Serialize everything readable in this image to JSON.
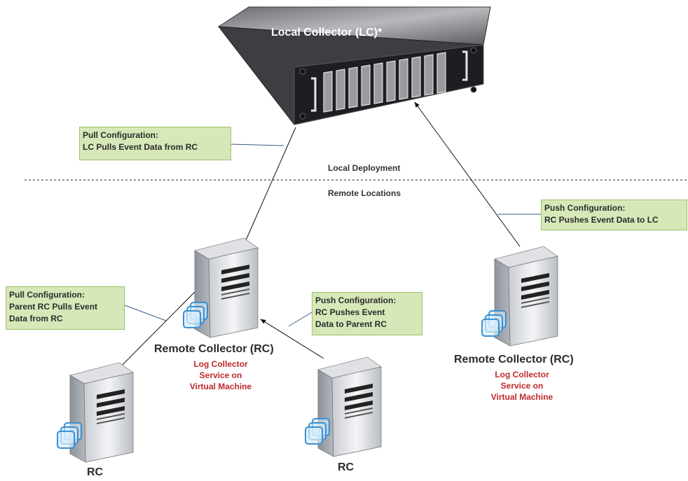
{
  "local_collector": {
    "title": "Local Collector (LC)*"
  },
  "zones": {
    "local": "Local Deployment",
    "remote": "Remote Locations"
  },
  "callouts": {
    "lc_pull": [
      "Pull Configuration:",
      "LC Pulls Event Data from RC"
    ],
    "rc_push_lc": [
      "Push Configuration:",
      "RC Pushes Event Data to LC"
    ],
    "parent_pull": [
      "Pull Configuration:",
      "Parent RC Pulls Event",
      "Data from RC"
    ],
    "parent_push": [
      "Push Configuration:",
      "RC Pushes Event",
      "Data to Parent RC"
    ]
  },
  "collectors": {
    "center": {
      "title": "Remote Collector (RC)",
      "sub": [
        "Log Collector",
        "Service on",
        "Virtual Machine"
      ]
    },
    "right": {
      "title": "Remote Collector (RC)",
      "sub": [
        "Log Collector",
        "Service on",
        "Virtual Machine"
      ]
    },
    "child_left": {
      "title": "RC"
    },
    "child_right": {
      "title": "RC"
    }
  },
  "colors": {
    "callout_fill": "#d6e8b8",
    "callout_border": "#9fc06a",
    "subtitle_red": "#c0282d",
    "vm_icon_blue": "#3b8fd1"
  }
}
